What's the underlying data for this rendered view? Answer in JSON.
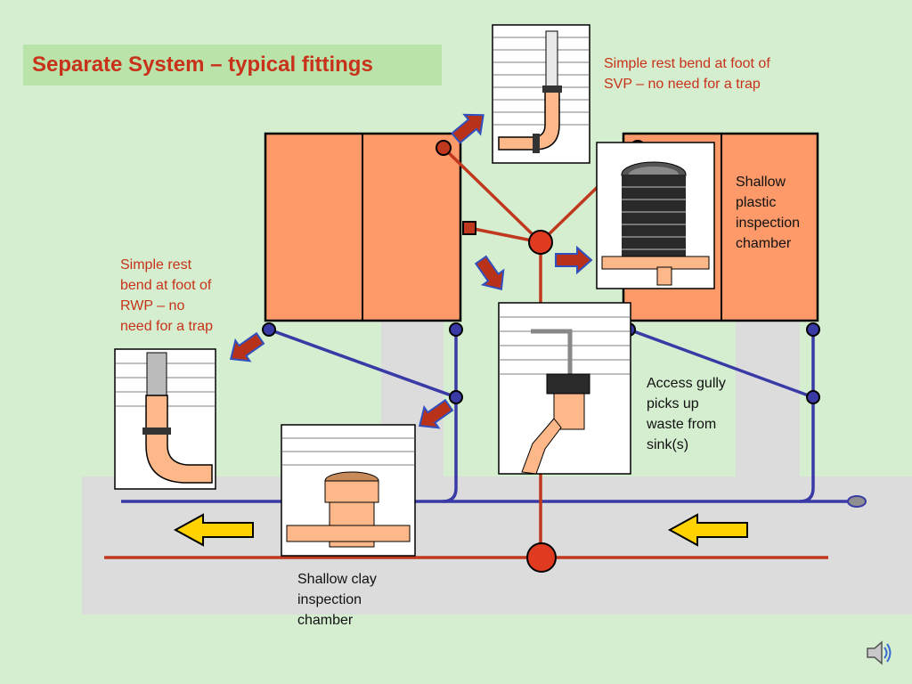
{
  "title": "Separate System – typical fittings",
  "labels": {
    "svp": [
      "Simple rest bend at foot of",
      "SVP – no need for a trap"
    ],
    "rwp": [
      "Simple rest",
      "bend at foot of",
      "RWP – no",
      "need for a trap"
    ],
    "plastic_chamber": [
      "Shallow",
      "plastic",
      "inspection",
      "chamber"
    ],
    "gully": [
      "Access gully",
      "picks up",
      "waste from",
      "sink(s)"
    ],
    "clay_chamber": [
      "Shallow clay",
      "inspection",
      "chamber"
    ]
  },
  "colors": {
    "background": "#d4eecf",
    "title_box": "#b9e3a8",
    "title_text": "#c8321a",
    "house": "#fe9a69",
    "foul_pipe": "#c0381e",
    "surface_pipe": "#3a3aa6",
    "ground": "#dcdcdc",
    "flow_arrow": "#ffd200",
    "pointer_arrow": "#c0381e",
    "pointer_fill": "#4060d0"
  },
  "icons": [
    "sound-speaker-icon"
  ]
}
